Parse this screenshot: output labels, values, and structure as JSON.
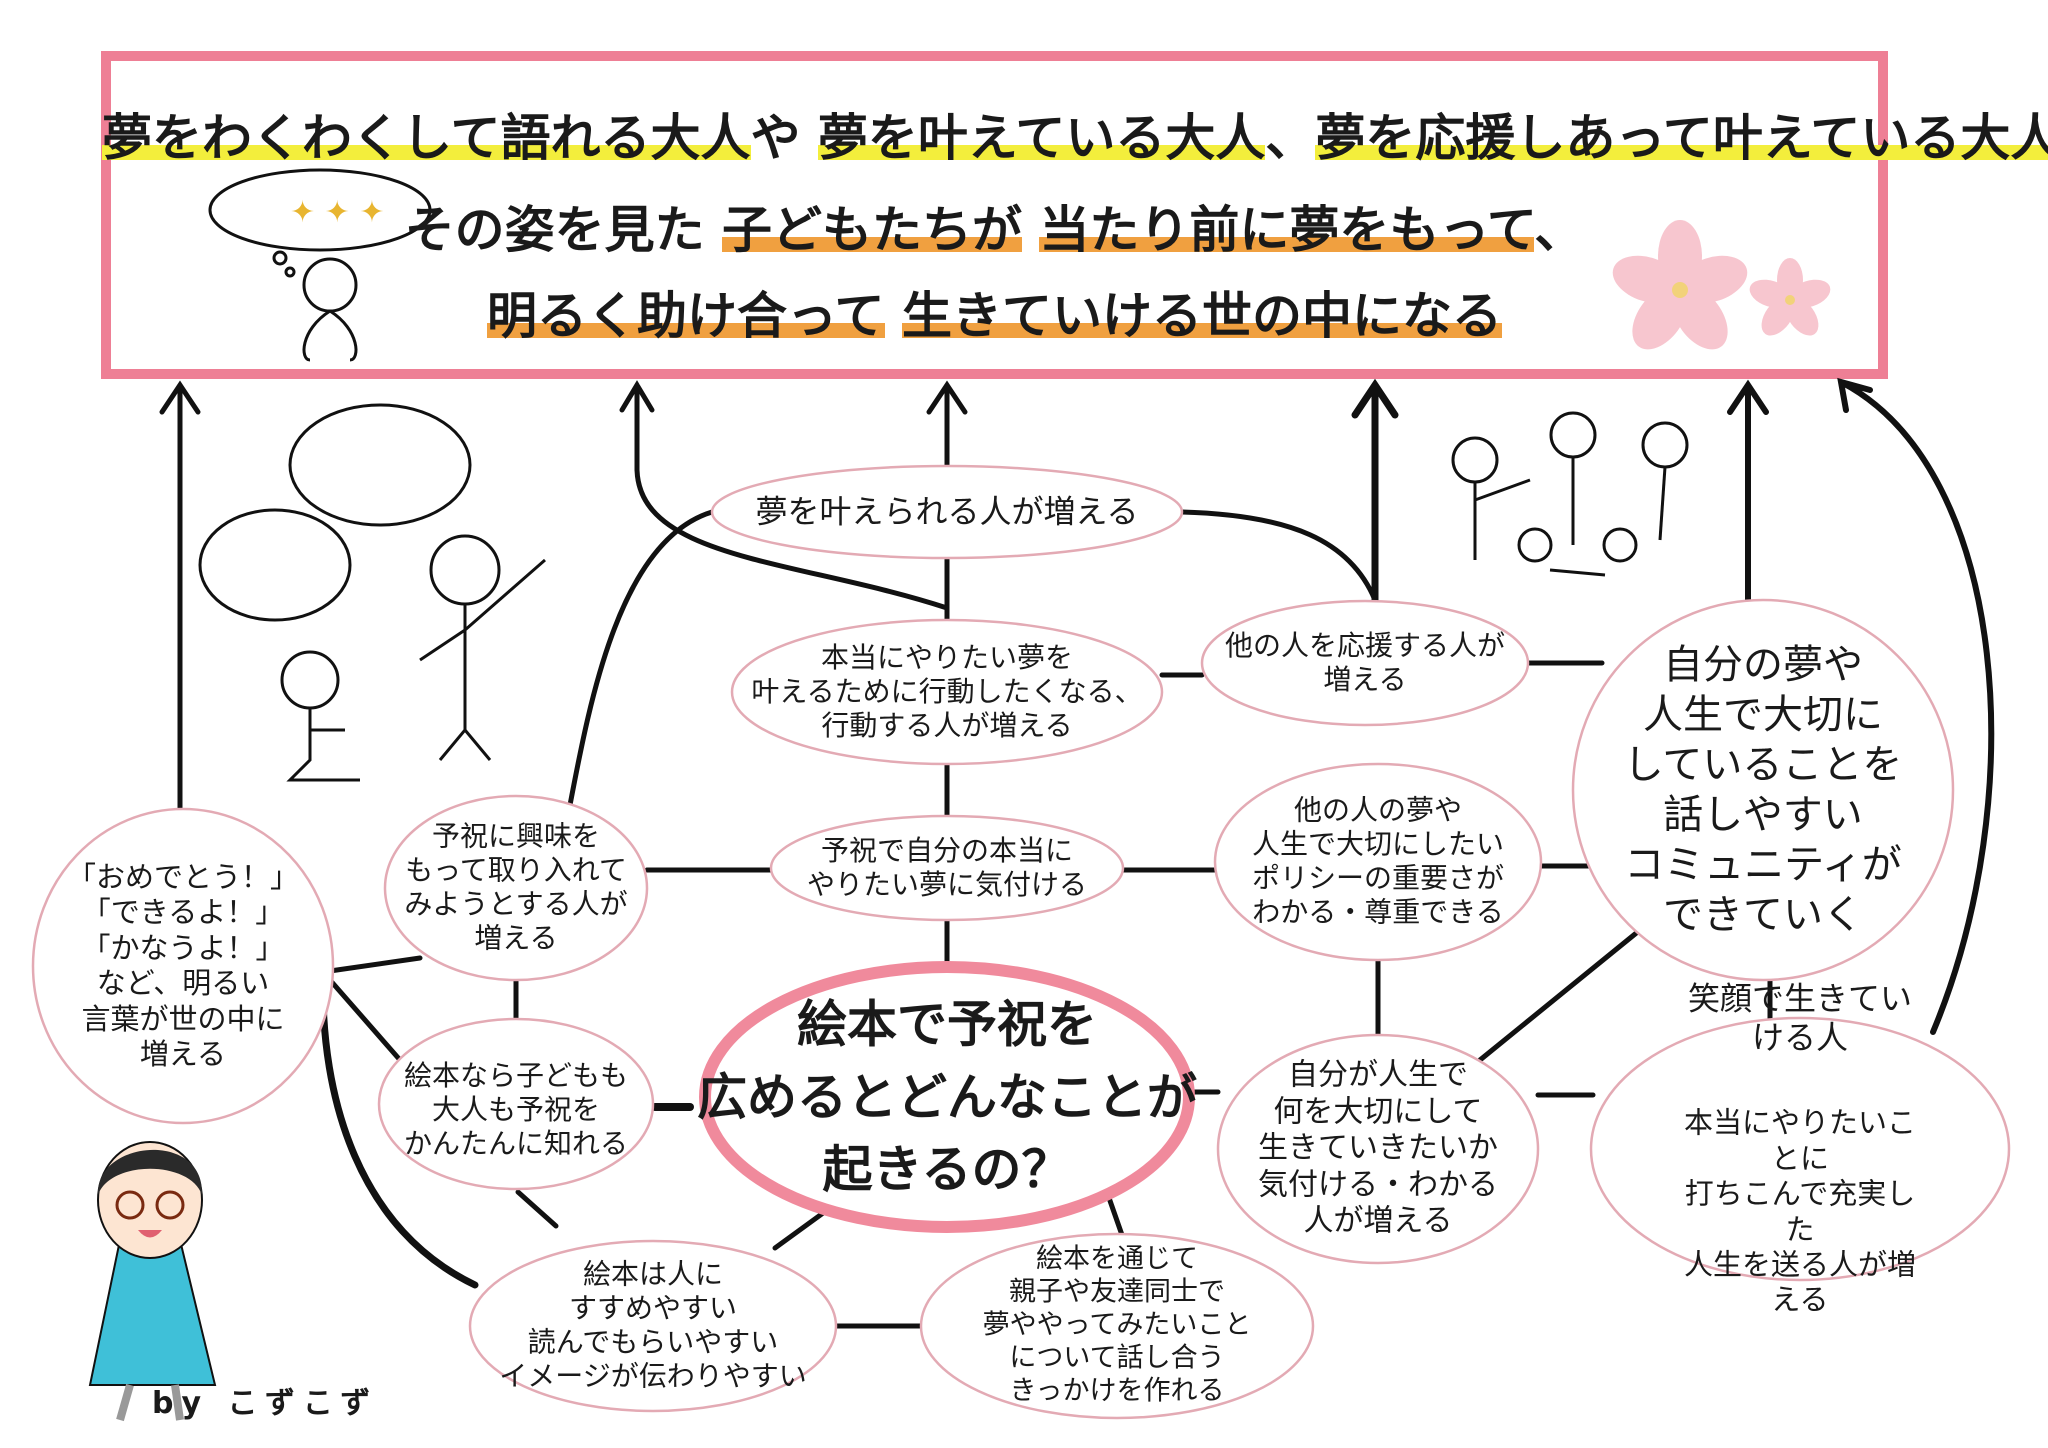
{
  "colors": {
    "frame": "#ee7f95",
    "node_border": "#e3aab4",
    "center_border": "#f08a9c",
    "highlight_yellow": "#f3ee3c",
    "highlight_orange": "#f0a040",
    "blossom": "#f7c6cf"
  },
  "header": {
    "line1": [
      {
        "text": "夢をわくわくして語れる大人",
        "hl": "yellow"
      },
      {
        "text": "や ",
        "hl": ""
      },
      {
        "text": "夢を叶えている大人",
        "hl": "yellow"
      },
      {
        "text": "、",
        "hl": ""
      },
      {
        "text": "夢を応援しあって叶えている大人",
        "hl": "yellow"
      }
    ],
    "line2": [
      {
        "text": "その姿を見た ",
        "hl": ""
      },
      {
        "text": "子どもたちが",
        "hl": "orange"
      },
      {
        "text": " ",
        "hl": ""
      },
      {
        "text": "当たり前に夢をもって",
        "hl": "orange"
      },
      {
        "text": "、",
        "hl": ""
      }
    ],
    "line3": [
      {
        "text": "明るく助け合って",
        "hl": "orange"
      },
      {
        "text": " ",
        "hl": ""
      },
      {
        "text": "生きていける世の中になる",
        "hl": "orange"
      }
    ]
  },
  "center": {
    "text": "絵本で予祝を\n広めるとどんなことが\n起きるの？"
  },
  "nodes": {
    "dreams_come_true": "夢を叶えられる人が増える",
    "want_to_act": "本当にやりたい夢を\n叶えるために行動したくなる、\n行動する人が増える",
    "support_others": "他の人を応援する人が\n増える",
    "community": "自分の夢や\n人生で大切に\nしていることを\n話しやすい\nコミュニティが\nできていく",
    "bright_words": "「おめでとう！」\n「できるよ！」\n「かなうよ！」\nなど、明るい\n言葉が世の中に\n増える",
    "interest_yoshuku": "予祝に興味を\nもって取り入れて\nみようとする人が\n増える",
    "notice_dream": "予祝で自分の本当に\nやりたい夢に気付ける",
    "respect_others": "他の人の夢や\n人生で大切にしたい\nポリシーの重要さが\nわかる・尊重できる",
    "picture_book_easy": "絵本なら子どもも\n大人も予祝を\nかんたんに知れる",
    "know_what_matters": "自分が人生で\n何を大切にして\n生きていきたいか\n気付ける・わかる\n人が増える",
    "smile_title": "笑顔で生きていける人",
    "smile_body": "本当にやりたいことに\n打ちこんで充実した\n人生を送る人が増える",
    "easy_to_recommend": "絵本は人に\nすすめやすい\n読んでもらいやすい\nイメージが伝わりやすい",
    "talk_opportunity": "絵本を通じて\n親子や友達同士で\n夢ややってみたいこと\nについて話し合う\nきっかけを作れる"
  },
  "credit": "by こずこず"
}
